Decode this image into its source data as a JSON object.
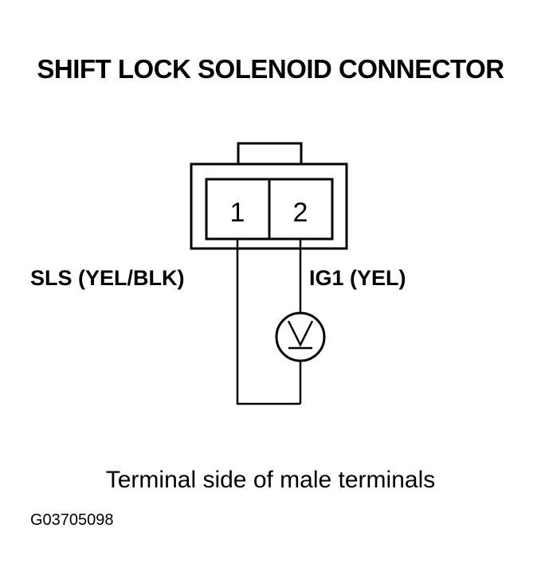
{
  "title": "SHIFT LOCK SOLENOID CONNECTOR",
  "connector": {
    "terminals": [
      {
        "number": "1",
        "wire": "SLS (YEL/BLK)"
      },
      {
        "number": "2",
        "wire": "IG1 (YEL)"
      }
    ]
  },
  "meter": {
    "icon": "voltmeter-icon",
    "symbol": "V"
  },
  "caption": "Terminal side of male terminals",
  "figure_id": "G03705098"
}
